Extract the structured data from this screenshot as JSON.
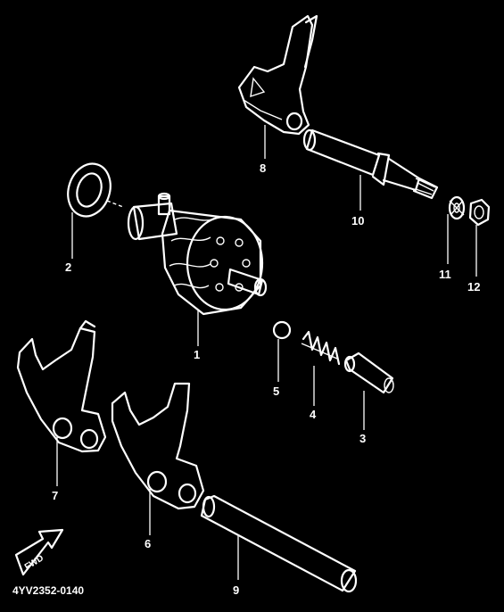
{
  "diagram": {
    "drawing_code": "4YV2352-0140",
    "fwd_label": "FWD",
    "callouts": [
      {
        "id": "1",
        "text": "1"
      },
      {
        "id": "2",
        "text": "2"
      },
      {
        "id": "3",
        "text": "3"
      },
      {
        "id": "4",
        "text": "4"
      },
      {
        "id": "5",
        "text": "5"
      },
      {
        "id": "6",
        "text": "6"
      },
      {
        "id": "7",
        "text": "7"
      },
      {
        "id": "8",
        "text": "8"
      },
      {
        "id": "9",
        "text": "9"
      },
      {
        "id": "10",
        "text": "10"
      },
      {
        "id": "11",
        "text": "11"
      },
      {
        "id": "12",
        "text": "12"
      }
    ]
  }
}
